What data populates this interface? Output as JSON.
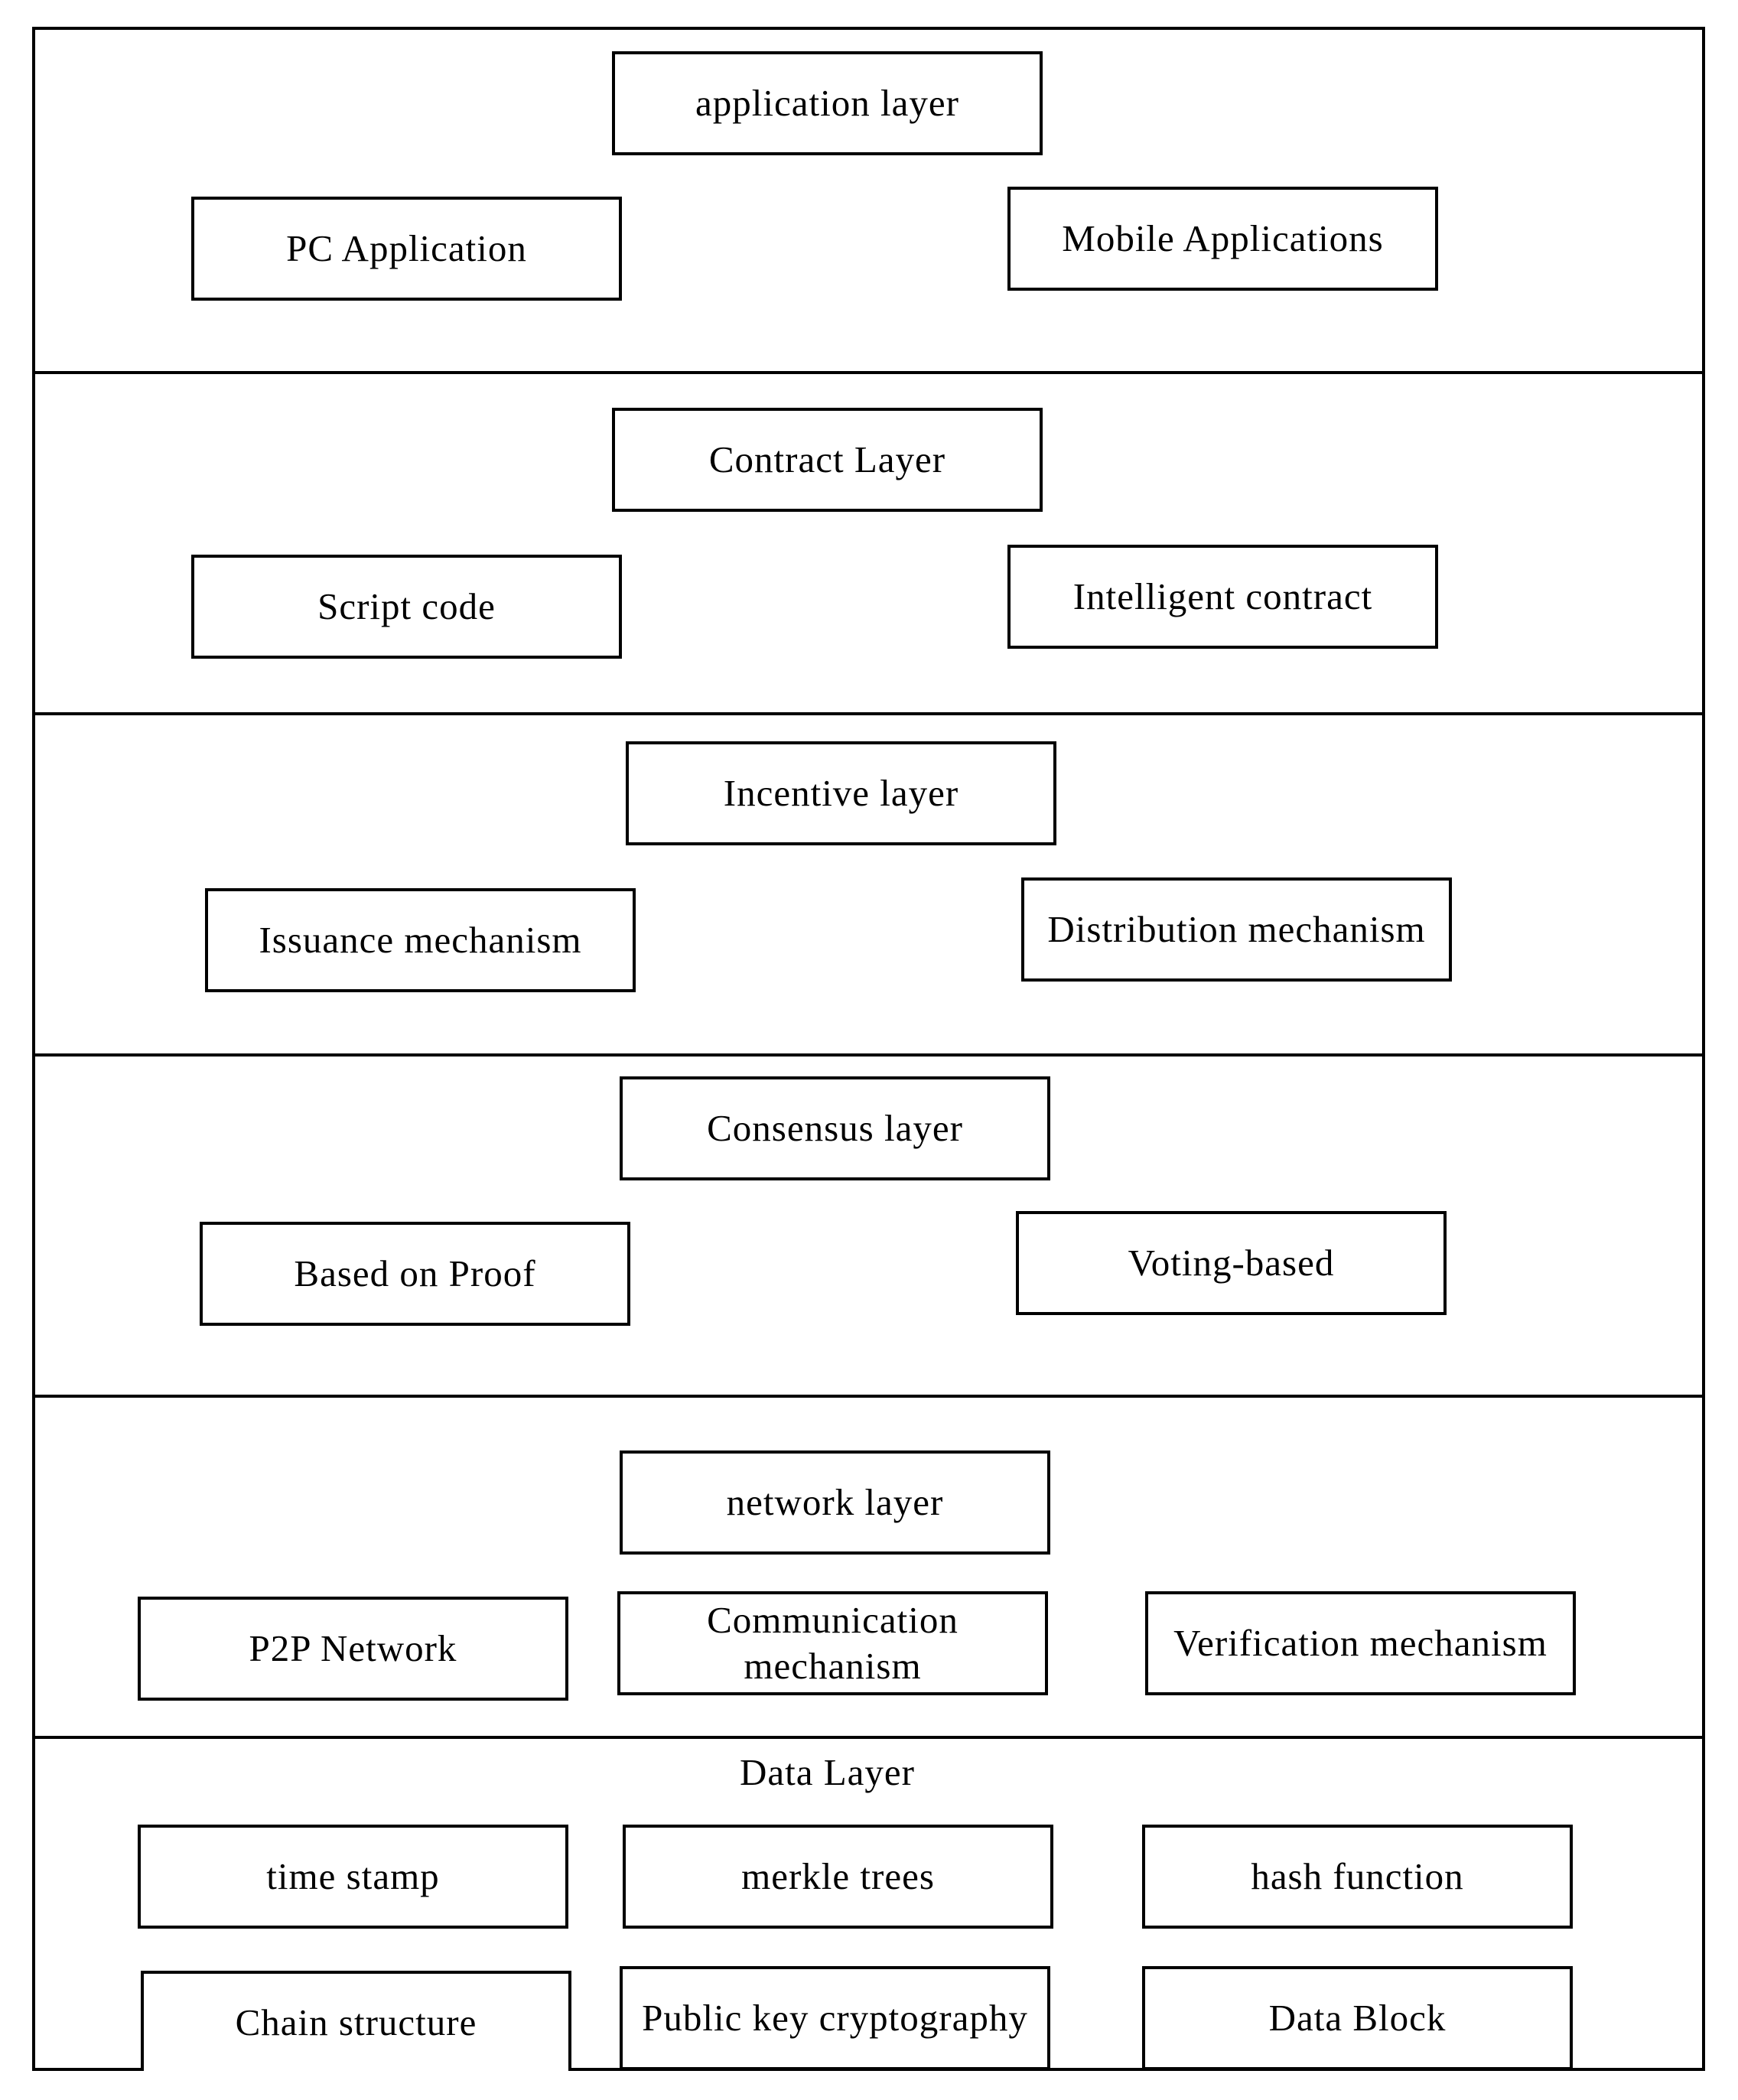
{
  "layers": {
    "application": {
      "title": "application layer",
      "items": [
        "PC Application",
        "Mobile Applications"
      ]
    },
    "contract": {
      "title": "Contract Layer",
      "items": [
        "Script code",
        "Intelligent contract"
      ]
    },
    "incentive": {
      "title": "Incentive layer",
      "items": [
        "Issuance mechanism",
        "Distribution mechanism"
      ]
    },
    "consensus": {
      "title": "Consensus layer",
      "items": [
        "Based on Proof",
        "Voting-based"
      ]
    },
    "network": {
      "title": "network layer",
      "items": [
        "P2P Network",
        "Communication mechanism",
        "Verification mechanism"
      ]
    },
    "data": {
      "title": "Data Layer",
      "items": [
        "time stamp",
        "merkle trees",
        "hash function",
        "Chain structure",
        "Public key cryptography",
        "Data Block"
      ]
    }
  }
}
